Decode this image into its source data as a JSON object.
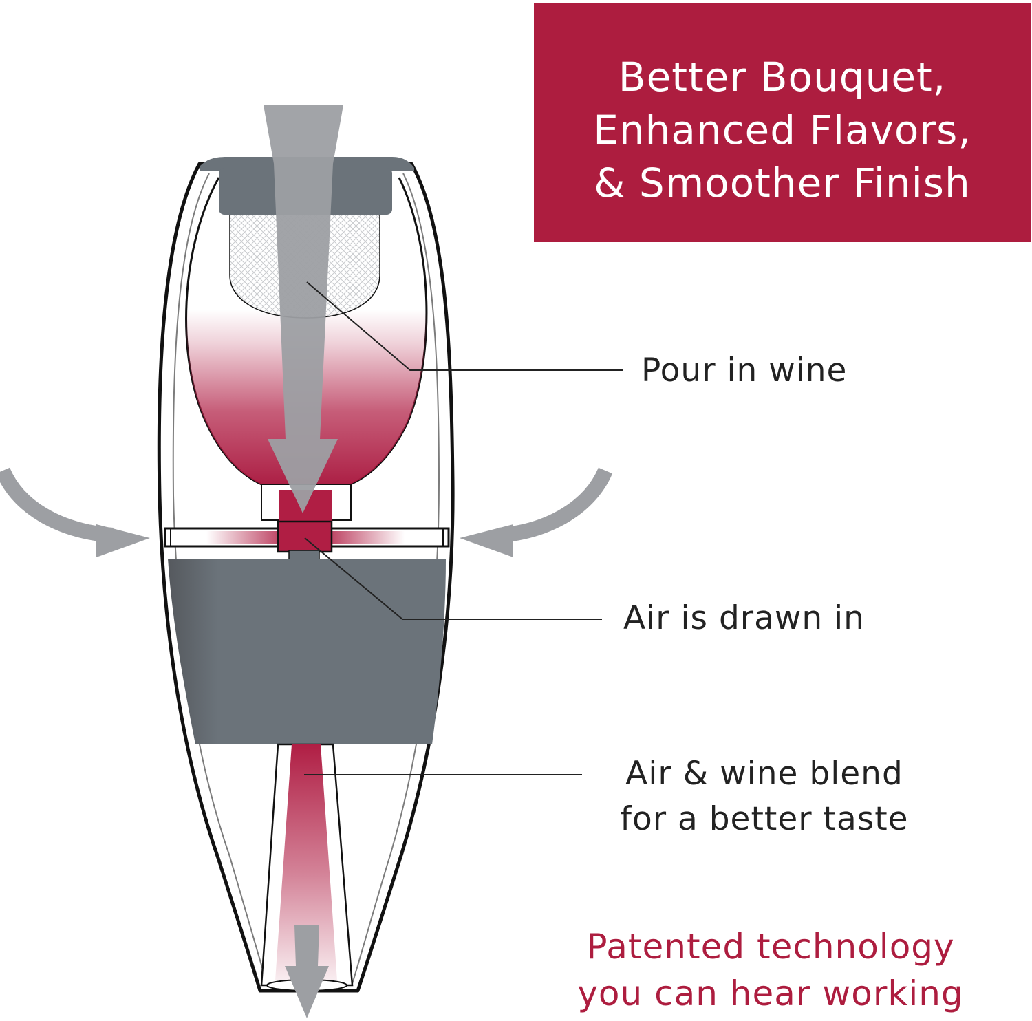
{
  "headline": {
    "lines": [
      "Better Bouquet,",
      "Enhanced Flavors,",
      "& Smoother Finish"
    ]
  },
  "callouts": {
    "pour": "Pour in wine",
    "air": "Air is drawn in",
    "blend": [
      "Air & wine blend",
      "for a better taste"
    ]
  },
  "tagline": {
    "lines": [
      "Patented technology",
      "you can hear working"
    ]
  },
  "colors": {
    "brand_red": "#ad1d3f",
    "wine": "#b01e44",
    "arrow_gray": "#9d9fa3",
    "band_gray": "#6b737a",
    "outline": "#111111",
    "leader_line": "#222222"
  },
  "icons": {
    "flow_arrow": "arrow-down-icon",
    "air_arrows": "curved-arrow-icon"
  }
}
